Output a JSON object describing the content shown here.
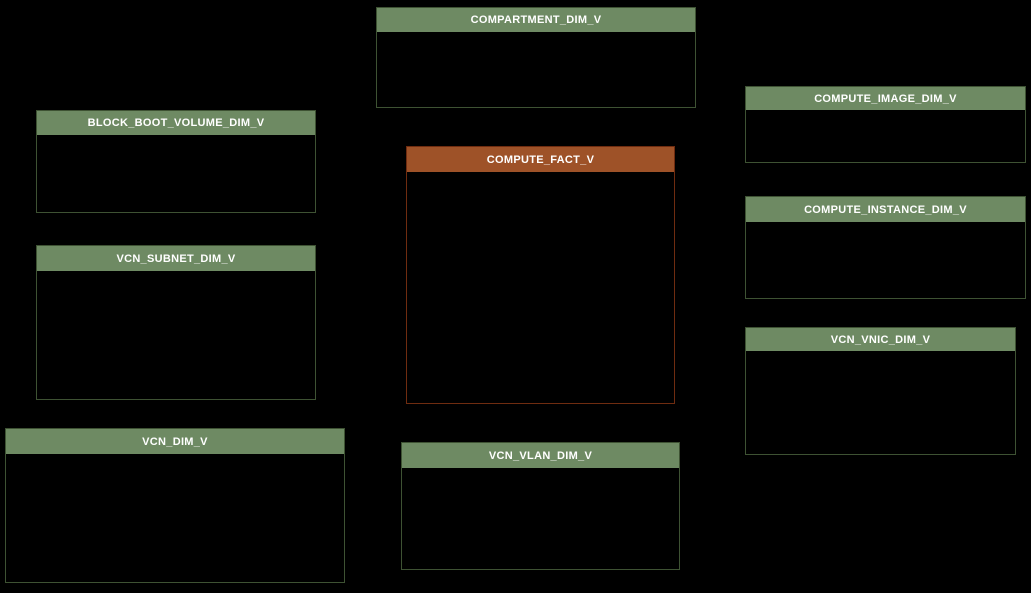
{
  "diagram": {
    "kind": "database-schema-diagram",
    "background_color": "#000000",
    "theme": {
      "dimension_header_color": "#6e8a63",
      "dimension_border_color": "#3e5233",
      "fact_header_color": "#9e5228",
      "fact_border_color": "#6f2c10",
      "header_text_color": "#ffffff",
      "background_color": "#000000"
    },
    "tables": [
      {
        "name": "COMPARTMENT_DIM_V",
        "type": "dimension"
      },
      {
        "name": "BLOCK_BOOT_VOLUME_DIM_V",
        "type": "dimension"
      },
      {
        "name": "COMPUTE_FACT_V",
        "type": "fact"
      },
      {
        "name": "COMPUTE_IMAGE_DIM_V",
        "type": "dimension"
      },
      {
        "name": "COMPUTE_INSTANCE_DIM_V",
        "type": "dimension"
      },
      {
        "name": "VCN_SUBNET_DIM_V",
        "type": "dimension"
      },
      {
        "name": "VCN_VNIC_DIM_V",
        "type": "dimension"
      },
      {
        "name": "VCN_DIM_V",
        "type": "dimension"
      },
      {
        "name": "VCN_VLAN_DIM_V",
        "type": "dimension"
      }
    ]
  }
}
